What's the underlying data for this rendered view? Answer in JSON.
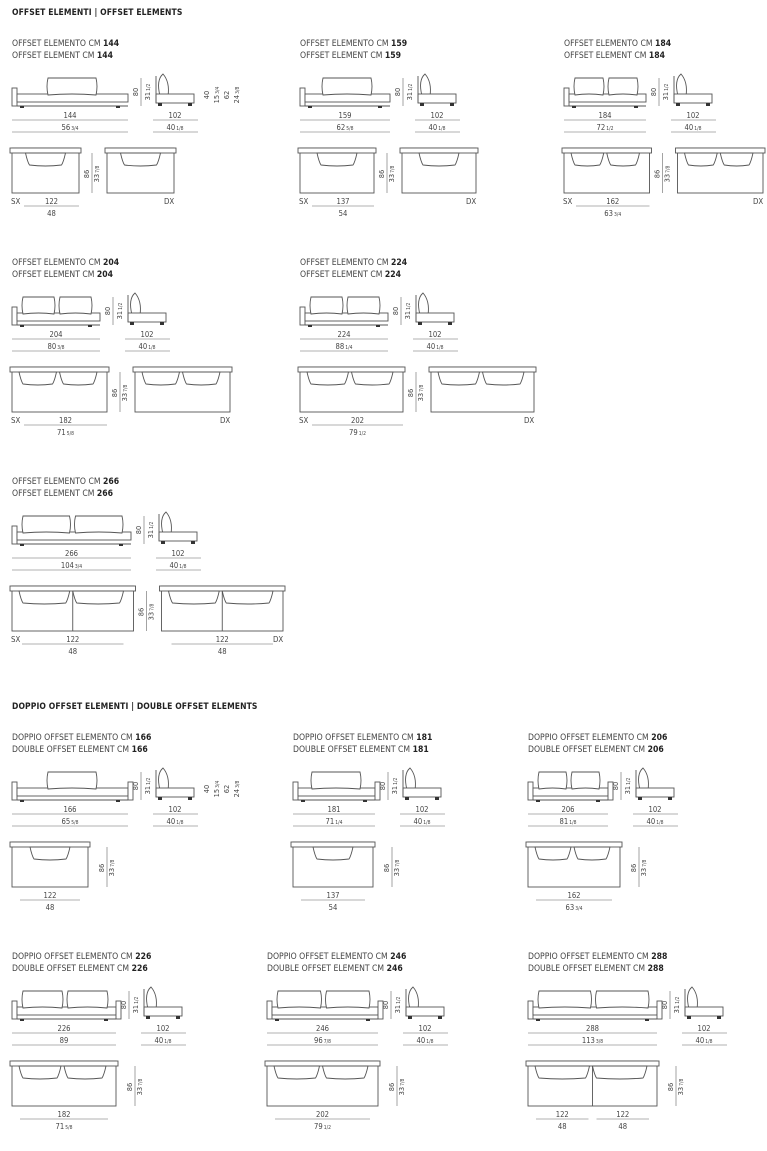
{
  "sections": [
    {
      "key": "single",
      "title": "OFFSET ELEMENTI | OFFSET ELEMENTS"
    },
    {
      "key": "double",
      "title": "DOPPIO OFFSET ELEMENTI | DOUBLE OFFSET ELEMENTS"
    }
  ],
  "common": {
    "height_cm": "80",
    "height_in": "31",
    "height_in_frac": "1/2",
    "seat_cm": "40",
    "seat_in": "15",
    "seat_in_frac": "3/4",
    "arm_cm": "62",
    "arm_in": "24",
    "arm_in_frac": "3/8",
    "depth_cm": "102",
    "depth_in": "40",
    "depth_in_frac": "1/8",
    "plan_depth_cm": "86",
    "plan_depth_in": "33",
    "plan_depth_in_frac": "7/8",
    "left_label": "SX",
    "right_label": "DX"
  },
  "items": [
    {
      "id": "e144",
      "line_it": "OFFSET ELEMENTO CM ",
      "line_en": "OFFSET ELEMENT CM ",
      "size": "144",
      "width_in": "56",
      "width_in_frac": "3/4",
      "cushions": 1,
      "seat_details": true,
      "plan": "pair",
      "plan_cm": "122",
      "plan_in": "48",
      "plan_in_frac": ""
    },
    {
      "id": "e159",
      "line_it": "OFFSET ELEMENTO CM ",
      "line_en": "OFFSET ELEMENT CM ",
      "size": "159",
      "width_in": "62",
      "width_in_frac": "5/8",
      "cushions": 1,
      "seat_details": false,
      "plan": "pair",
      "plan_cm": "137",
      "plan_in": "54",
      "plan_in_frac": ""
    },
    {
      "id": "e184",
      "line_it": "OFFSET ELEMENTO CM ",
      "line_en": "OFFSET ELEMENT CM ",
      "size": "184",
      "width_in": "72",
      "width_in_frac": "1/2",
      "cushions": 2,
      "seat_details": false,
      "plan": "pair",
      "plan_cm": "162",
      "plan_in": "63",
      "plan_in_frac": "3/4"
    },
    {
      "id": "e204",
      "line_it": "OFFSET ELEMENTO CM ",
      "line_en": "OFFSET ELEMENT CM ",
      "size": "204",
      "width_in": "80",
      "width_in_frac": "3/8",
      "cushions": 2,
      "seat_details": false,
      "plan": "pair",
      "plan_cm": "182",
      "plan_in": "71",
      "plan_in_frac": "5/8"
    },
    {
      "id": "e224",
      "line_it": "OFFSET ELEMENTO CM ",
      "line_en": "OFFSET ELEMENT CM ",
      "size": "224",
      "width_in": "88",
      "width_in_frac": "1/4",
      "cushions": 2,
      "seat_details": false,
      "plan": "pair",
      "plan_cm": "202",
      "plan_in": "79",
      "plan_in_frac": "1/2"
    },
    {
      "id": "e266",
      "line_it": "OFFSET ELEMENTO CM ",
      "line_en": "OFFSET ELEMENT CM ",
      "size": "266",
      "width_in": "104",
      "width_in_frac": "3/4",
      "cushions": 2,
      "seat_details": false,
      "plan": "pair-split",
      "plan_cm": "122",
      "plan_in": "48",
      "plan_in_frac": ""
    },
    {
      "id": "d166",
      "line_it": "DOPPIO OFFSET ELEMENTO CM ",
      "line_en": "DOUBLE OFFSET ELEMENT CM ",
      "size": "166",
      "width_in": "65",
      "width_in_frac": "5/8",
      "cushions": 1,
      "seat_details": true,
      "plan": "single",
      "plan_cm": "122",
      "plan_in": "48",
      "plan_in_frac": ""
    },
    {
      "id": "d181",
      "line_it": "DOPPIO OFFSET ELEMENTO CM ",
      "line_en": "DOUBLE OFFSET ELEMENT CM ",
      "size": "181",
      "width_in": "71",
      "width_in_frac": "1/4",
      "cushions": 1,
      "seat_details": false,
      "plan": "single",
      "plan_cm": "137",
      "plan_in": "54",
      "plan_in_frac": ""
    },
    {
      "id": "d206",
      "line_it": "DOPPIO OFFSET ELEMENTO CM ",
      "line_en": "DOUBLE OFFSET ELEMENT CM ",
      "size": "206",
      "width_in": "81",
      "width_in_frac": "1/8",
      "cushions": 2,
      "seat_details": false,
      "plan": "single",
      "plan_cm": "162",
      "plan_in": "63",
      "plan_in_frac": "3/4"
    },
    {
      "id": "d226",
      "line_it": "DOPPIO OFFSET ELEMENTO CM ",
      "line_en": "DOUBLE OFFSET ELEMENT CM ",
      "size": "226",
      "width_in": "89",
      "width_in_frac": "",
      "cushions": 2,
      "seat_details": false,
      "plan": "single",
      "plan_cm": "182",
      "plan_in": "71",
      "plan_in_frac": "5/8"
    },
    {
      "id": "d246",
      "line_it": "DOPPIO OFFSET ELEMENTO CM ",
      "line_en": "DOUBLE OFFSET ELEMENT CM ",
      "size": "246",
      "width_in": "96",
      "width_in_frac": "7/8",
      "cushions": 2,
      "seat_details": false,
      "plan": "single",
      "plan_cm": "202",
      "plan_in": "79",
      "plan_in_frac": "1/2"
    },
    {
      "id": "d288",
      "line_it": "DOPPIO OFFSET ELEMENTO CM ",
      "line_en": "DOUBLE OFFSET ELEMENT CM ",
      "size": "288",
      "width_in": "113",
      "width_in_frac": "3/8",
      "cushions": 2,
      "seat_details": false,
      "plan": "single-split",
      "plan_cm": "122",
      "plan_in": "48",
      "plan_in_frac": ""
    }
  ]
}
